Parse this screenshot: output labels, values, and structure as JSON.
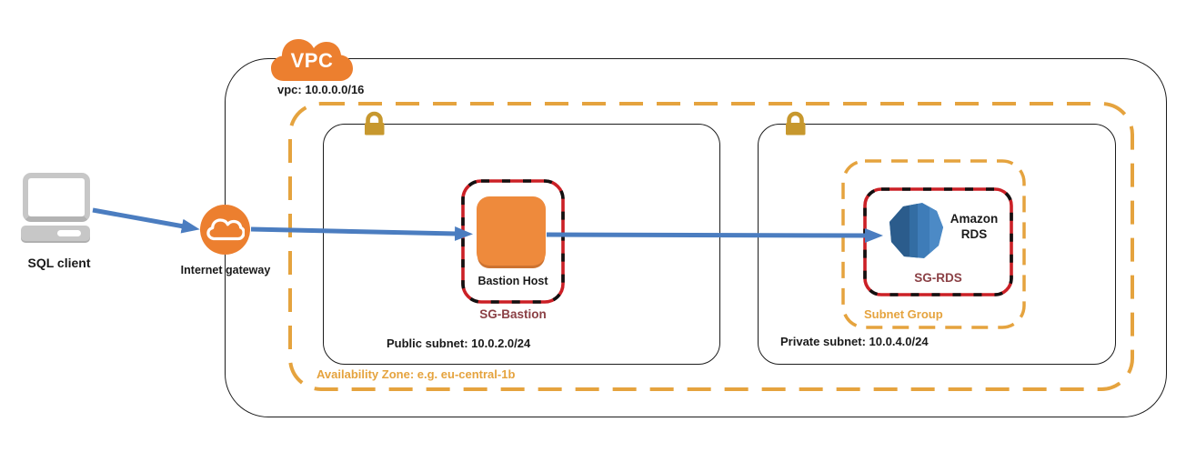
{
  "nodes": {
    "sql_client": {
      "label": "SQL client",
      "icon": "laptop-icon"
    },
    "internet_gateway": {
      "label": "Internet gateway",
      "icon": "cloud-icon"
    },
    "vpc": {
      "badge": "VPC",
      "label": "vpc: 10.0.0.0/16",
      "icon": "vpc-cloud-icon"
    },
    "availability_zone": {
      "label": "Availability Zone: e.g. eu-central-1b"
    },
    "public_subnet": {
      "label": "Public subnet: 10.0.2.0/24",
      "icon": "lock-icon"
    },
    "private_subnet": {
      "label": "Private subnet: 10.0.4.0/24",
      "icon": "lock-icon"
    },
    "sg_bastion": {
      "label": "SG-Bastion"
    },
    "bastion_host": {
      "label": "Bastion Host",
      "icon": "ec2-instance-icon"
    },
    "subnet_group": {
      "label": "Subnet Group"
    },
    "sg_rds": {
      "label": "SG-RDS"
    },
    "amazon_rds": {
      "label": "Amazon RDS",
      "icon": "rds-database-icon"
    }
  },
  "connections": [
    {
      "from": "sql_client",
      "to": "internet_gateway"
    },
    {
      "from": "internet_gateway",
      "to": "bastion_host"
    },
    {
      "from": "bastion_host",
      "to": "amazon_rds"
    }
  ],
  "colors": {
    "aws_orange": "#EC7F2F",
    "bastion_orange": "#EE8A3C",
    "dashed_gold": "#E5A33E",
    "lock_gold": "#C7982E",
    "security_group_red": "#CB2026",
    "security_group_label_red": "#8B4045",
    "arrow_blue": "#4B7DC0",
    "rds_blue_dark": "#2B5C8C",
    "rds_blue_mid": "#3E7CB8",
    "rds_blue_light": "#4C8AC6",
    "laptop_gray": "#C7C7C7"
  }
}
